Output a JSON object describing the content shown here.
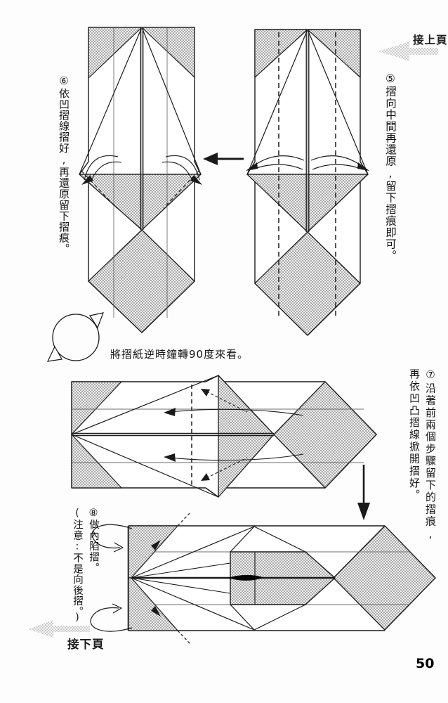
{
  "header": {
    "prev_page_label": "接上頁"
  },
  "footer": {
    "next_page_label": "接下頁",
    "page_number": "50"
  },
  "rotation_note": "將摺紙逆時鐘轉90度來看。",
  "steps": [
    {
      "id": "5",
      "label": "⑤摺向中間再還原,留下摺痕即可。"
    },
    {
      "id": "6",
      "label": "⑥依凹摺線摺好,再還原留下摺痕。"
    },
    {
      "id": "7",
      "label_line1": "⑦沿著前兩個步驟留下的摺痕,",
      "label_line2": "再依凹凸摺線掀開摺好。"
    },
    {
      "id": "8",
      "label_line1": "⑧做內陷摺。",
      "label_line2": "(注意:不是向後摺。)"
    }
  ],
  "icons": {
    "rotation_icon": "counterclockwise-rotation-circle",
    "prev_page_arrow": "halftone-arrow-left",
    "next_page_arrow": "halftone-arrow-left",
    "step_transition_arrow_top": "solid-arrow-left",
    "step_transition_arrow_middle": "solid-arrow-down"
  },
  "colors": {
    "paper_outline": "#1a1a1a",
    "halftone_shade_dot": "#8f8f8f",
    "halftone_nav_arrow_dot": "#b5b5b5",
    "crease_line": "#6e6e6e",
    "background": "#fdfdfd"
  }
}
